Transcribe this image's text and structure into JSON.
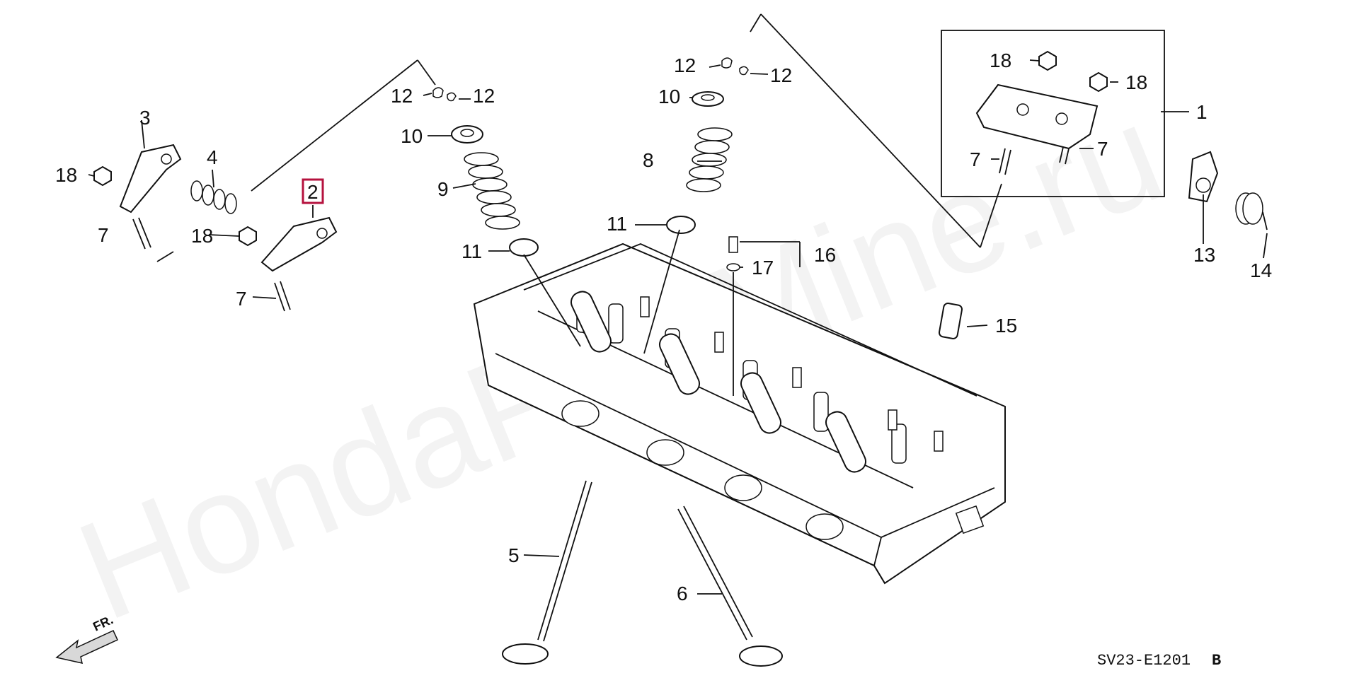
{
  "watermark": "HondaPartMine.ru",
  "diagram_code": "SV23-E1201",
  "diagram_suffix": "B",
  "direction_label": "FR.",
  "highlight_color": "#b5123e",
  "callouts": {
    "c1": "1",
    "c2": "2",
    "c3": "3",
    "c4": "4",
    "c5": "5",
    "c6": "6",
    "c7a": "7",
    "c7b": "7",
    "c7c": "7",
    "c7d": "7",
    "c8": "8",
    "c9": "9",
    "c10a": "10",
    "c10b": "10",
    "c11a": "11",
    "c11b": "11",
    "c12a": "12",
    "c12b": "12",
    "c12c": "12",
    "c12d": "12",
    "c13": "13",
    "c14": "14",
    "c15": "15",
    "c16": "16",
    "c17": "17",
    "c18a": "18",
    "c18b": "18",
    "c18c": "18",
    "c18d": "18"
  }
}
